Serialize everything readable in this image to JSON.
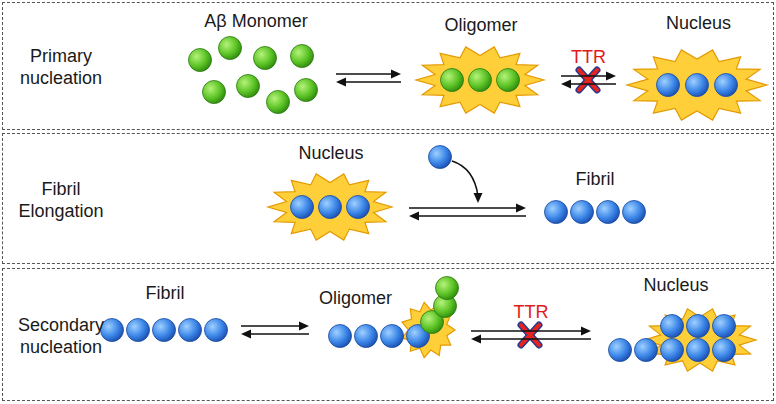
{
  "diagram": {
    "nodes": [
      {
        "text": [
          "Primary nucleation"
        ]
      },
      {
        "text": [
          "Aβ Monomer"
        ],
        "in": 0
      },
      {
        "text": [
          "Oligomer"
        ],
        "in": 0
      },
      {
        "text": [
          "Nucleus"
        ],
        "in": 0
      },
      {
        "text": [
          "Fibril Elongation"
        ]
      },
      {
        "text": [
          "Nucleus"
        ],
        "in": 4
      },
      {
        "text": [
          "Fibril"
        ],
        "in": 4
      },
      {
        "text": [
          "Secondary nucleation"
        ]
      },
      {
        "text": [
          "Fibril"
        ],
        "in": 7
      },
      {
        "text": [
          "Oligomer"
        ],
        "in": 7
      },
      {
        "text": [
          "Nucleus"
        ],
        "in": 7
      }
    ],
    "edges": [
      {
        "from": 1,
        "to": 2,
        "arrow": "both"
      },
      {
        "from": 2,
        "to": 3,
        "label": "TTR",
        "arrow": "both"
      },
      {
        "from": 5,
        "to": 6,
        "arrow": "both"
      },
      {
        "from": 8,
        "to": 9,
        "arrow": "both"
      },
      {
        "from": 9,
        "to": 10,
        "label": "TTR",
        "arrow": "both"
      }
    ]
  }
}
